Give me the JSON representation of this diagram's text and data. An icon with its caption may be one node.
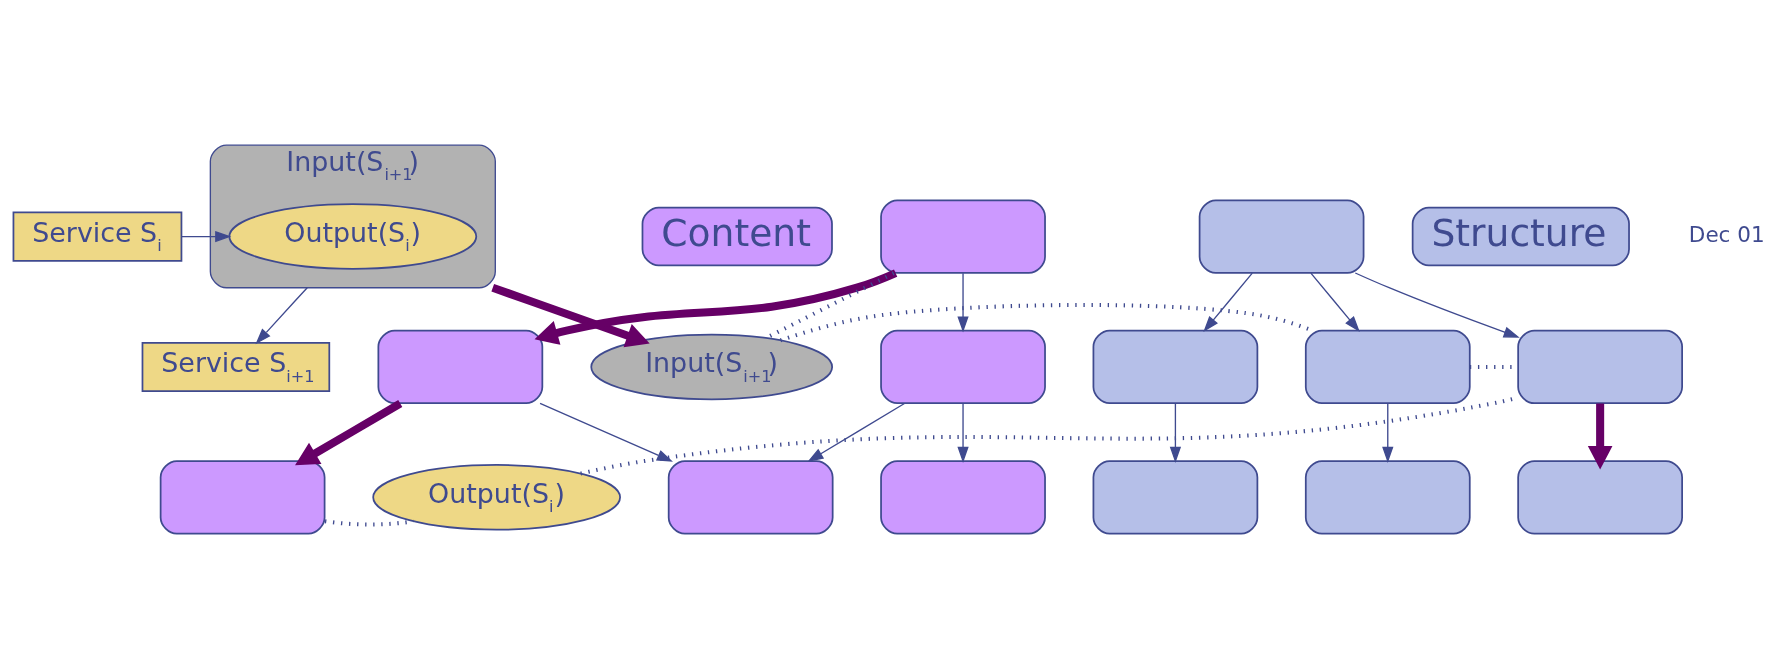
{
  "diagram": {
    "nodes": [
      {
        "text": [
          "Service S$_{i}$"
        ]
      },
      {
        "text": [
          "Input(S$_{i+1}$)"
        ]
      },
      {
        "text": [
          "Output(S$_{i}$)"
        ],
        "in": 1
      },
      {
        "text": [
          "Service S$_{i+1}$"
        ]
      },
      {
        "text": [
          "Content"
        ]
      },
      {
        "text": [
          "Structure"
        ]
      },
      {
        "text": [],
        "shape": "box"
      },
      {
        "text": [],
        "shape": "box"
      },
      {
        "text": [],
        "shape": "box"
      },
      {
        "text": [],
        "shape": "box"
      },
      {
        "text": [],
        "shape": "box"
      },
      {
        "text": [],
        "shape": "box"
      },
      {
        "text": [
          "Input(S$_{i+1}$)"
        ]
      },
      {
        "text": [
          "Output(S$_{i}$)"
        ]
      },
      {
        "text": [],
        "shape": "box"
      },
      {
        "text": [],
        "shape": "box"
      },
      {
        "text": [],
        "shape": "box"
      },
      {
        "text": [],
        "shape": "box"
      },
      {
        "text": [],
        "shape": "box"
      },
      {
        "text": [],
        "shape": "box"
      },
      {
        "text": [],
        "shape": "box"
      }
    ],
    "edges": [
      {
        "from": 0,
        "to": 2,
        "arrow": "to"
      },
      {
        "from": 1,
        "to": 3,
        "arrow": "to"
      },
      {
        "from": 1,
        "to": 12,
        "arrow": "to",
        "style": "thick",
        "color": "#660066"
      },
      {
        "from": 6,
        "to": 7,
        "arrow": "to"
      },
      {
        "from": 6,
        "to": 8,
        "arrow": "to",
        "style": "thick",
        "color": "#660066"
      },
      {
        "from": 7,
        "to": 9,
        "arrow": "to"
      },
      {
        "from": 7,
        "to": 10,
        "arrow": "to"
      },
      {
        "from": 8,
        "to": 9,
        "arrow": "to"
      },
      {
        "from": 8,
        "to": 11,
        "arrow": "to",
        "style": "thick",
        "color": "#660066"
      },
      {
        "from": 14,
        "to": 15,
        "arrow": "to"
      },
      {
        "from": 14,
        "to": 16,
        "arrow": "to"
      },
      {
        "from": 14,
        "to": 17,
        "arrow": "to"
      },
      {
        "from": 15,
        "to": 18,
        "arrow": "to"
      },
      {
        "from": 16,
        "to": 19,
        "arrow": "to",
        "style": "thick",
        "color": "#660066"
      },
      {
        "from": 17,
        "to": 20,
        "arrow": "to"
      },
      {
        "from": 6,
        "to": 12,
        "arrow": "none",
        "style": "dashed"
      },
      {
        "from": 12,
        "to": 15,
        "arrow": "none",
        "style": "dashed"
      },
      {
        "from": 15,
        "to": 16,
        "arrow": "none",
        "style": "dashed"
      },
      {
        "from": 11,
        "to": 13,
        "arrow": "none",
        "style": "dashed"
      },
      {
        "from": 13,
        "to": 16,
        "arrow": "none",
        "style": "dashed"
      }
    ],
    "labels": [
      "Dec 01"
    ]
  }
}
